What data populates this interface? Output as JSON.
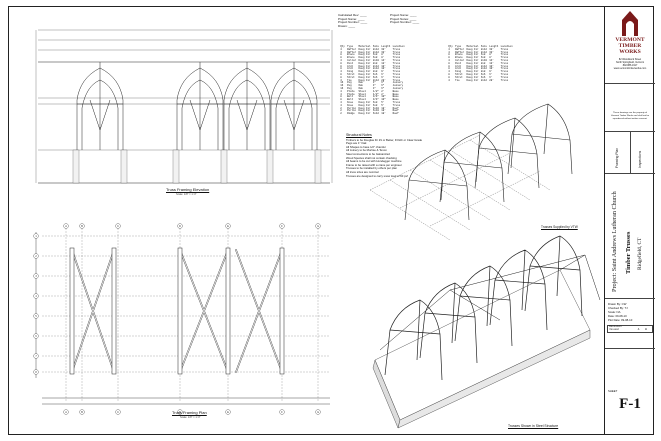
{
  "header": {
    "info_lines": [
      "Calculated Rev:  ____",
      "Project Name:   ____",
      "Project Number: ____",
      "Drawn:          ____"
    ],
    "right_info": [
      "Project Name: ____",
      "Project Notes: ____",
      "Project Number: ____"
    ]
  },
  "drawings": {
    "elevation_caption": "Truss Framing Elevation",
    "elevation_scale": "Scale: 1/8\" = 1'-0\"",
    "plan_caption": "Truss Framing Plan",
    "plan_scale": "Scale: 1/8\" = 1'-0\"",
    "iso1_caption": "Trusses Supplied by VTW",
    "iso2_caption": "Trusses Shown in Steel Structure",
    "grid_cols": [
      "A",
      "B",
      "C",
      "D",
      "E",
      "F",
      "G",
      "H",
      "J"
    ],
    "grid_rows": [
      "1",
      "2",
      "3",
      "4",
      "5",
      "6",
      "7",
      "8"
    ]
  },
  "notes": {
    "heading": "Structural Notes",
    "lines": [
      "Timbers to be Douglas Fir #1 or Better, FOHC or Clear Grade",
      "Pegs are 1\" Oak",
      "All Shapes to have 1/2\" chamfer",
      "All Joinery to be Mortise & Tenon",
      "Steel connections to be Galvanized",
      "Wood Species shall not contain checking",
      "All beams to be cut with Hundegger machine",
      "Frame to be raised with a crane per engineer",
      "Trusses to be installed by others per plan",
      "All truss sizes are nominal",
      "Trusses are designed to carry snow load of 60 psf"
    ]
  },
  "schedule": {
    "headers": [
      "Qty",
      "Type",
      "Material",
      "Size",
      "Length",
      "Location"
    ],
    "rows": [
      [
        "4",
        "Rafter",
        "Doug Fir",
        "8x12",
        "32'",
        "Truss"
      ],
      [
        "4",
        "Rafter",
        "Doug Fir",
        "8x12",
        "32'",
        "Truss"
      ],
      [
        "8",
        "Brace",
        "Doug Fir",
        "6x8",
        "8'",
        "Truss"
      ],
      [
        "8",
        "Brace",
        "Doug Fir",
        "6x8",
        "8'",
        "Truss"
      ],
      [
        "4",
        "Collar",
        "Doug Fir",
        "8x10",
        "14'",
        "Truss"
      ],
      [
        "8",
        "Post",
        "Doug Fir",
        "8x8",
        "12'",
        "Truss"
      ],
      [
        "8",
        "Arch",
        "Doug Fir",
        "8x12",
        "10'",
        "Truss"
      ],
      [
        "8",
        "Arch",
        "Doug Fir",
        "8x12",
        "10'",
        "Truss"
      ],
      [
        "4",
        "King",
        "Doug Fir",
        "8x8",
        "9'",
        "Truss"
      ],
      [
        "8",
        "Strut",
        "Doug Fir",
        "6x6",
        "6'",
        "Truss"
      ],
      [
        "8",
        "Strut",
        "Doug Fir",
        "6x6",
        "6'",
        "Truss"
      ],
      [
        "4",
        "Tie",
        "Doug Fir",
        "8x12",
        "28'",
        "Truss"
      ],
      [
        "16",
        "Peg",
        "Oak",
        "1\"",
        "6\"",
        "Joinery"
      ],
      [
        "16",
        "Peg",
        "Oak",
        "1\"",
        "6\"",
        "Joinery"
      ],
      [
        "16",
        "Peg",
        "Oak",
        "1\"",
        "6\"",
        "Joinery"
      ],
      [
        "4",
        "Plate",
        "Steel",
        "1/2\"",
        "2'",
        "Base"
      ],
      [
        "4",
        "Plate",
        "Steel",
        "1/2\"",
        "2'",
        "Base"
      ],
      [
        "8",
        "Bolt",
        "Steel",
        "3/4\"",
        "10\"",
        "Base"
      ],
      [
        "8",
        "Bolt",
        "Steel",
        "3/4\"",
        "10\"",
        "Base"
      ],
      [
        "4",
        "Knee",
        "Doug Fir",
        "6x8",
        "5'",
        "Truss"
      ],
      [
        "4",
        "Knee",
        "Doug Fir",
        "6x8",
        "5'",
        "Truss"
      ],
      [
        "2",
        "Purlin",
        "Doug Fir",
        "6x10",
        "18'",
        "Roof"
      ],
      [
        "2",
        "Purlin",
        "Doug Fir",
        "6x10",
        "18'",
        "Roof"
      ],
      [
        "2",
        "Ridge",
        "Doug Fir",
        "6x12",
        "18'",
        "Roof"
      ]
    ]
  },
  "title_block": {
    "logo_lines": [
      "VERMONT",
      "TIMBER",
      "WORKS"
    ],
    "address": [
      "82 Woodstock Street",
      "North Springfield, Vermont",
      "802.886.1917",
      "www.vermonttimberworks.com"
    ],
    "disclaimer": "These drawings are the property of Vermont Timber Works and shall not be reproduced without written consent.",
    "stamp_1": "Framing Plan",
    "stamp_2": "Inspections",
    "project_label": "Project:",
    "project_name": "Saint Andrews Lutheran Church",
    "project_sub": "Timber Trusses",
    "project_place": "Ridgefield, CT",
    "meta": [
      "Drawn By: CW",
      "Checked By: TJ",
      "Scale: NA",
      "Date: 09-08-10",
      "Plot Date: 09-08-10"
    ],
    "rev_headers": [
      "Revision",
      "",
      ""
    ],
    "rev_row": [
      "Issued",
      "A",
      "B"
    ],
    "sheet_label": "SHEET",
    "sheet_number": "F-1"
  }
}
